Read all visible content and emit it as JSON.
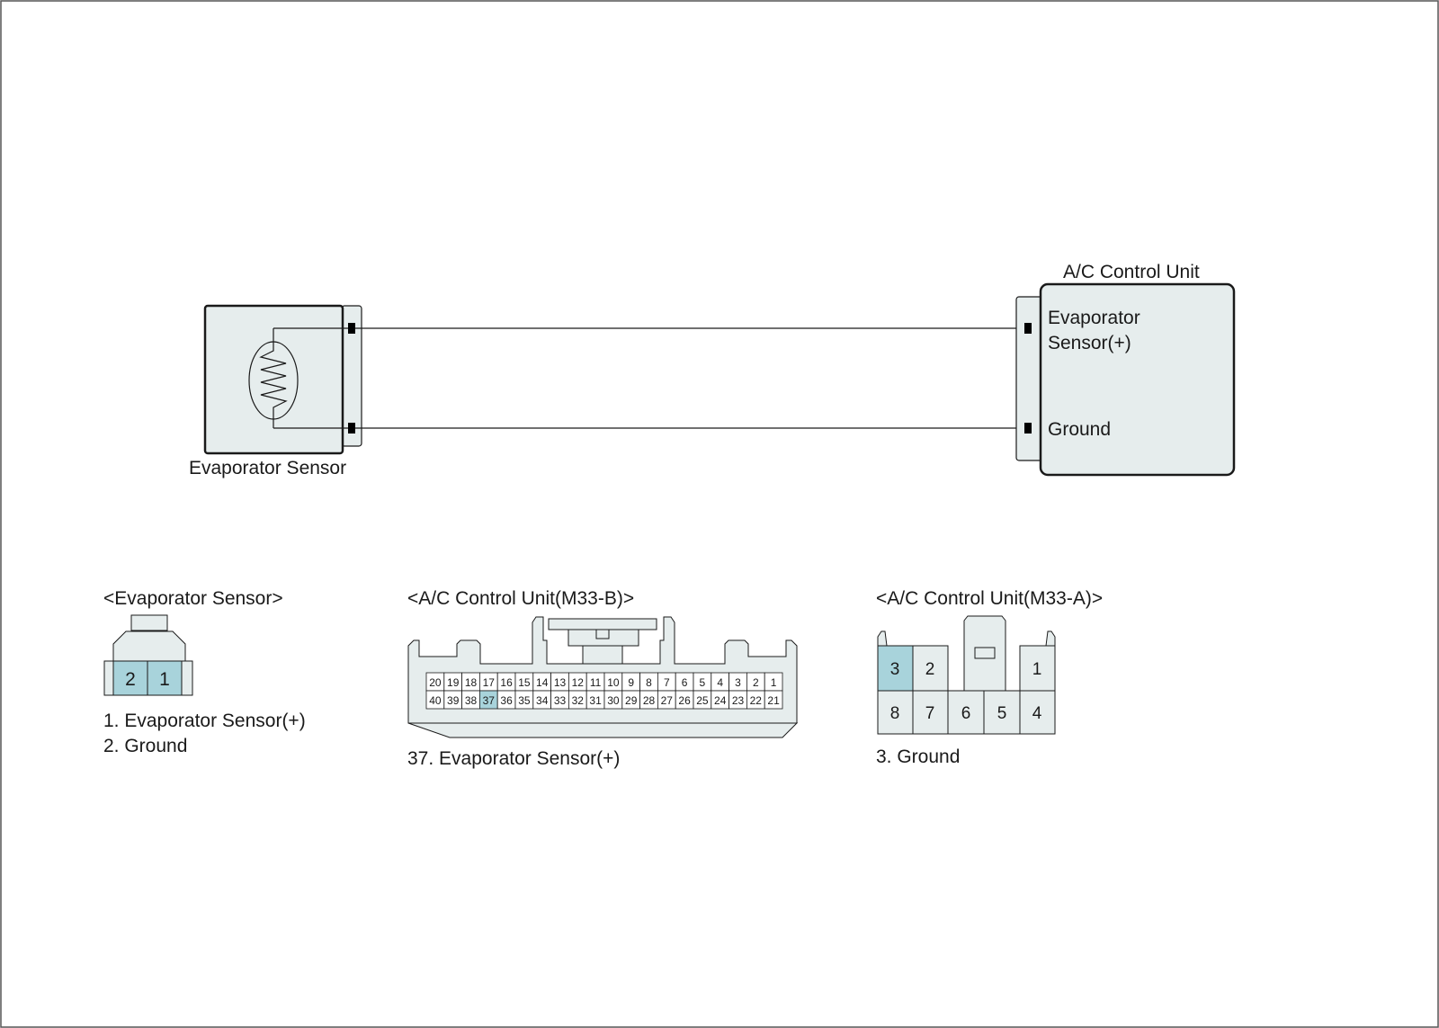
{
  "colors": {
    "body_fill": "#e6eded",
    "highlight": "#a8d3db",
    "line": "#1a1a1a",
    "terminal": "#000000"
  },
  "schematic": {
    "sensor_label": "Evaporator Sensor",
    "unit_title": "A/C Control Unit",
    "unit_pin_top_line1": "Evaporator",
    "unit_pin_top_line2": "Sensor(+)",
    "unit_pin_bottom": "Ground"
  },
  "connectors": {
    "sensor": {
      "title": "<Evaporator Sensor>",
      "pins": [
        "2",
        "1"
      ],
      "highlighted": [
        "2",
        "1"
      ],
      "legend": [
        "1. Evaporator Sensor(+)",
        "2. Ground"
      ]
    },
    "m33b": {
      "title": "<A/C Control Unit(M33-B)>",
      "row_top": [
        "20",
        "19",
        "18",
        "17",
        "16",
        "15",
        "14",
        "13",
        "12",
        "11",
        "10",
        "9",
        "8",
        "7",
        "6",
        "5",
        "4",
        "3",
        "2",
        "1"
      ],
      "row_bottom": [
        "40",
        "39",
        "38",
        "37",
        "36",
        "35",
        "34",
        "33",
        "32",
        "31",
        "30",
        "29",
        "28",
        "27",
        "26",
        "25",
        "24",
        "23",
        "22",
        "21"
      ],
      "highlighted": [
        "37"
      ],
      "legend": [
        "37. Evaporator Sensor(+)"
      ]
    },
    "m33a": {
      "title": "<A/C Control Unit(M33-A)>",
      "pins_top": [
        "3",
        "2",
        "1"
      ],
      "pins_bottom": [
        "8",
        "7",
        "6",
        "5",
        "4"
      ],
      "highlighted": [
        "3"
      ],
      "legend": [
        "3. Ground"
      ]
    }
  }
}
